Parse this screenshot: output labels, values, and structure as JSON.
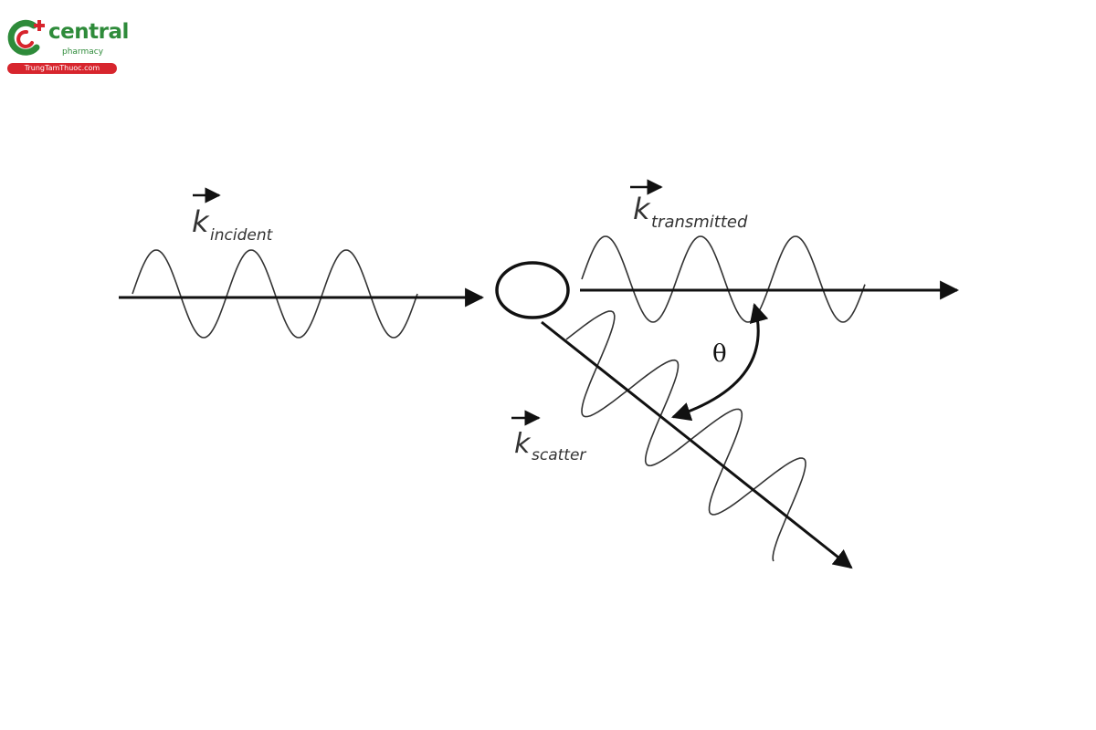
{
  "logo": {
    "name": "central",
    "subtitle": "pharmacy",
    "site": "TrungTamThuoc.com",
    "colors": {
      "green": "#2e8b3a",
      "red": "#d7252d"
    }
  },
  "diagram": {
    "labels": {
      "incident_k": "k",
      "incident_sub": "incident",
      "transmitted_k": "k",
      "transmitted_sub": "transmitted",
      "scatter_k": "k",
      "scatter_sub": "scatter",
      "angle": "θ"
    }
  }
}
